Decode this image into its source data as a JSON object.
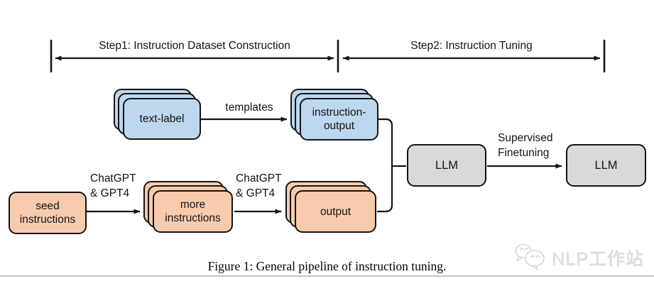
{
  "header": {
    "step1": "Step1: Instruction Dataset Construction",
    "step2": "Step2: Instruction Tuning"
  },
  "nodes": {
    "text_label": {
      "label": "text-label"
    },
    "instruction_output": {
      "label": "instruction-output"
    },
    "seed_instructions": {
      "label": "seed instructions"
    },
    "more_instructions": {
      "label": "more instructions"
    },
    "output": {
      "label": "output"
    },
    "llm_base": {
      "label": "LLM"
    },
    "llm_finetuned": {
      "label": "LLM"
    }
  },
  "edge_labels": {
    "templates": "templates",
    "chatgpt_gpt4": {
      "line1": "ChatGPT",
      "line2": "& GPT4"
    },
    "supervised_finetuning": {
      "line1": "Supervised",
      "line2": "Finetuning"
    }
  },
  "caption": "Figure 1: General pipeline of instruction tuning.",
  "watermark": {
    "text": "NLP工作站",
    "icon": "wechat-chat-bubbles-icon"
  },
  "colors": {
    "blue_fill": "#BDD7EE",
    "orange_fill": "#F8CBAD",
    "gray_fill": "#D9D9D9",
    "line": "#141414",
    "divider": "#C5C5C5",
    "watermark": "#E2E2E2"
  }
}
